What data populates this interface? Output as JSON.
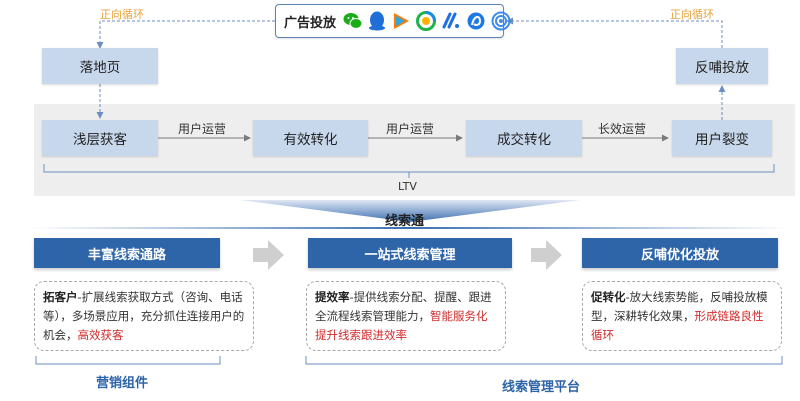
{
  "ad": {
    "title": "广告投放",
    "icons": [
      "wechat-icon",
      "qq-penguin-icon",
      "tencent-video-icon",
      "app-store-icon",
      "news-app-icon",
      "browser-icon",
      "ring-app-icon"
    ]
  },
  "loop_label": "正向循环",
  "nodes": {
    "landing": "落地页",
    "feedback": "反哺投放",
    "shallow": "浅层获客",
    "effective": "有效转化",
    "deal": "成交转化",
    "fission": "用户裂变"
  },
  "edges": {
    "ops1": "用户运营",
    "ops2": "用户运营",
    "longterm": "长效运营"
  },
  "ltv": "LTV",
  "xst": "线索通",
  "columns": [
    {
      "header": "丰富线索通路",
      "lead": "拓客户",
      "body": "-扩展线索获取方式（咨询、电话等），多场景应用，充分抓住连接用户的机会，",
      "highlight": "高效获客"
    },
    {
      "header": "一站式线索管理",
      "lead": "提效率",
      "body": "-提供线索分配、提醒、跟进全流程线索管理能力，",
      "highlight": "智能服务化提升线索跟进效率"
    },
    {
      "header": "反哺优化投放",
      "lead": "促转化",
      "body": "-放大线索势能，反哺投放模型，深耕转化效果，",
      "highlight": "形成链路良性循环"
    }
  ],
  "bottom": {
    "left": "营销组件",
    "right": "线索管理平台"
  },
  "colors": {
    "primary": "#2e64a8",
    "node": "#c7d7ec",
    "accent_red": "#d12b2b",
    "loop_orange": "#e8a33c"
  }
}
